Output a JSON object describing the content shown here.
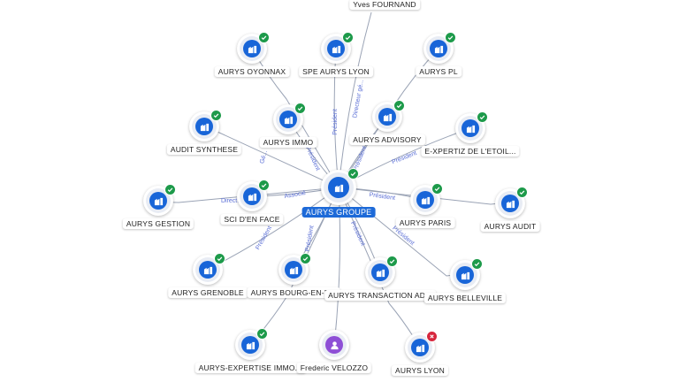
{
  "graph": {
    "center": {
      "label": "AURYS GROUPE",
      "icon": "building-icon",
      "status": "active"
    },
    "nodes": [
      {
        "id": "yves",
        "label": "Yves FOURNAND",
        "kind": "person-label"
      },
      {
        "id": "oyonnax",
        "label": "AURYS OYONNAX",
        "icon": "building-icon",
        "status": "active"
      },
      {
        "id": "spe-lyon",
        "label": "SPE AURYS LYON",
        "icon": "building-icon",
        "status": "active"
      },
      {
        "id": "pl",
        "label": "AURYS PL",
        "icon": "building-icon",
        "status": "active"
      },
      {
        "id": "audit-synthese",
        "label": "AUDIT SYNTHESE",
        "icon": "building-icon",
        "status": "active"
      },
      {
        "id": "immo",
        "label": "AURYS IMMO",
        "icon": "building-icon",
        "status": "active"
      },
      {
        "id": "advisory",
        "label": "AURYS ADVISORY",
        "icon": "building-icon",
        "status": "active"
      },
      {
        "id": "expertiz-etoile",
        "label": "E-XPERTIZ DE L'ETOIL...",
        "icon": "building-icon",
        "status": "active"
      },
      {
        "id": "gestion",
        "label": "AURYS GESTION",
        "icon": "building-icon",
        "status": "active"
      },
      {
        "id": "sci-en-face",
        "label": "SCI D'EN FACE",
        "icon": "building-icon",
        "status": "active"
      },
      {
        "id": "paris",
        "label": "AURYS PARIS",
        "icon": "building-icon",
        "status": "active"
      },
      {
        "id": "audit",
        "label": "AURYS AUDIT",
        "icon": "building-icon",
        "status": "active"
      },
      {
        "id": "grenoble",
        "label": "AURYS GRENOBLE",
        "icon": "building-icon",
        "status": "active"
      },
      {
        "id": "bourg",
        "label": "AURYS BOURG-EN-B...",
        "icon": "building-icon",
        "status": "active"
      },
      {
        "id": "transaction",
        "label": "AURYS TRANSACTION AD...",
        "icon": "building-icon",
        "status": "active"
      },
      {
        "id": "belleville",
        "label": "AURYS BELLEVILLE",
        "icon": "building-icon",
        "status": "active"
      },
      {
        "id": "expertise-immo",
        "label": "AURYS-EXPERTISE IMMO...",
        "icon": "building-icon",
        "status": "active"
      },
      {
        "id": "velozzo",
        "label": "Frederic VELOZZO",
        "icon": "person-icon",
        "status": "none"
      },
      {
        "id": "lyon",
        "label": "AURYS LYON",
        "icon": "building-icon",
        "status": "closed"
      }
    ],
    "edge_labels": {
      "spe-lyon": "Président",
      "yves": "Directeur gé...",
      "advisory": "Président",
      "expertiz-etoile": "Président",
      "immo": "Président",
      "sci-en-face": "Associé",
      "gestion": "Direct...",
      "paris": "Président",
      "grenoble": "Président",
      "bourg": "Président",
      "transaction": "Président",
      "belleville": "Président",
      "audit-synthese": "Gé..."
    },
    "colors": {
      "company": "#1865d8",
      "person": "#8e4fd6",
      "active": "#1d9a4a",
      "closed": "#d7263d",
      "center_label": "#1d6ad8",
      "edge": "#9aa3b5",
      "edge_label": "#5b6fd6"
    }
  }
}
